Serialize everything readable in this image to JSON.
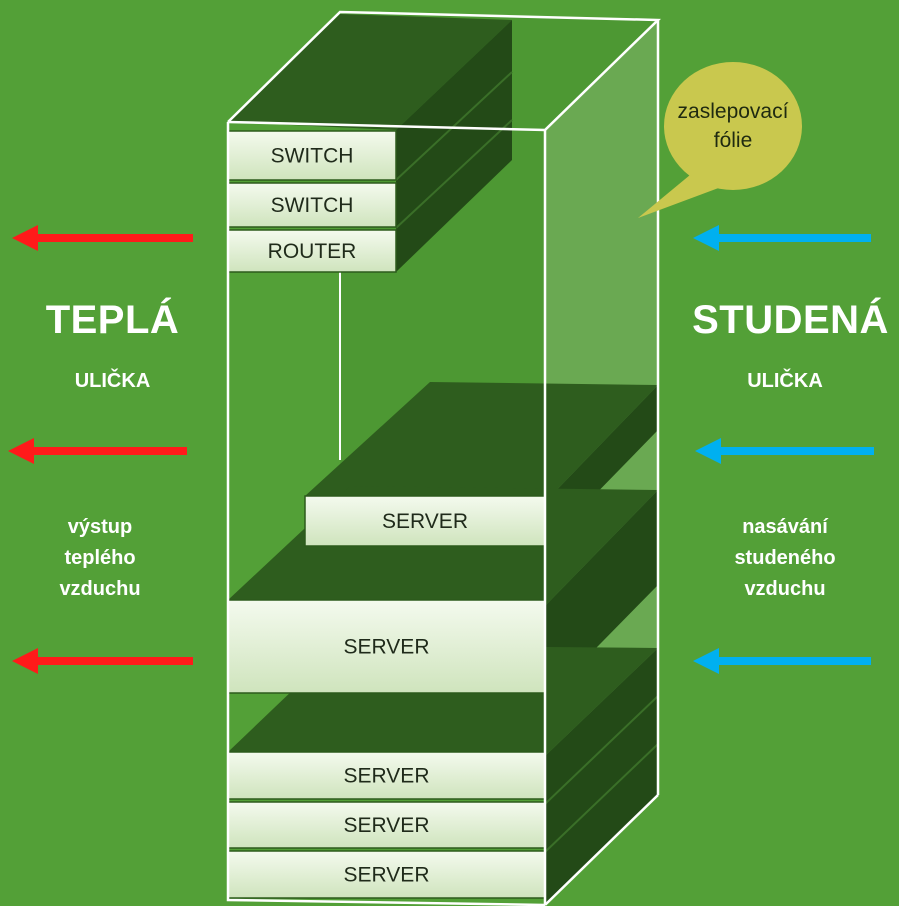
{
  "left": {
    "title": "TEPLÁ",
    "subtitle": "ULIČKA",
    "description": [
      "výstup",
      "teplého",
      "vzduchu"
    ],
    "arrow_color": "#ff1a1a"
  },
  "right": {
    "title": "STUDENÁ",
    "subtitle": "ULIČKA",
    "description": [
      "nasávání",
      "studeného",
      "vzduchu"
    ],
    "arrow_color": "#00b0f0"
  },
  "callout": {
    "lines": [
      "zaslepovací",
      "fólie"
    ],
    "color": "#c9c84e"
  },
  "rack": {
    "units": [
      {
        "label": "SWITCH"
      },
      {
        "label": "SWITCH"
      },
      {
        "label": "ROUTER"
      },
      {
        "label": "SERVER"
      },
      {
        "label": "SERVER"
      },
      {
        "label": "SERVER"
      },
      {
        "label": "SERVER"
      },
      {
        "label": "SERVER"
      }
    ]
  },
  "colors": {
    "background": "#53a037",
    "unit_face": "#e3f0d6",
    "unit_top": "#2c5a1c",
    "unit_side": "#24481a",
    "blanking_panel": "#8fbf78"
  }
}
